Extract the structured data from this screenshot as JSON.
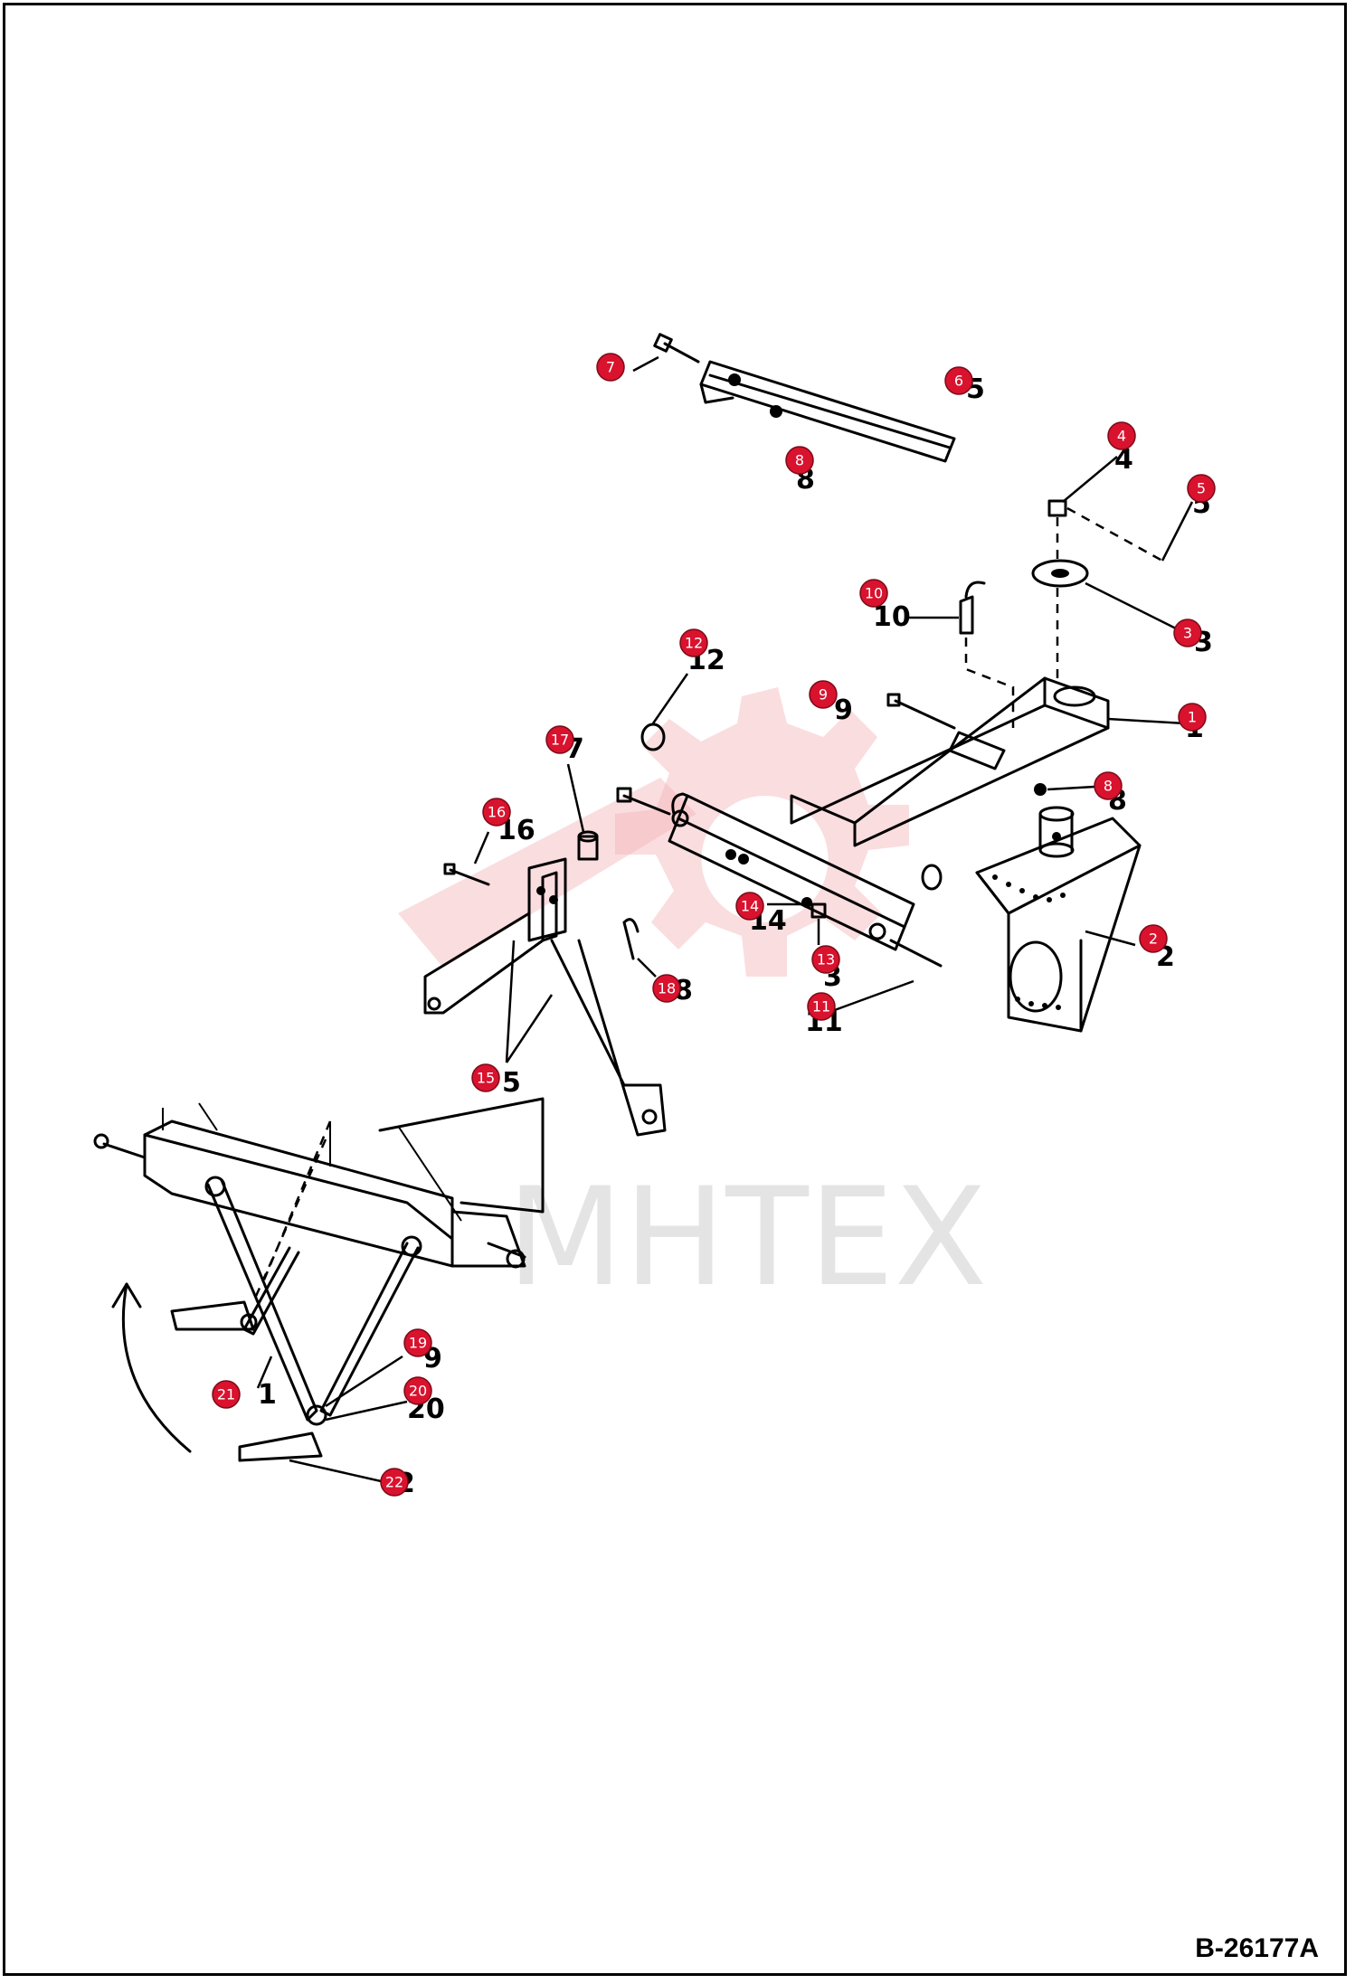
{
  "drawing_number": "B-26177A",
  "watermark": "MHTEX",
  "callouts": [
    {
      "id": "callout-1",
      "label": "1"
    },
    {
      "id": "callout-2",
      "label": "2"
    },
    {
      "id": "callout-3",
      "label": "3"
    },
    {
      "id": "callout-4",
      "label": "4"
    },
    {
      "id": "callout-5",
      "label": "5"
    },
    {
      "id": "callout-6",
      "label": "6"
    },
    {
      "id": "callout-7",
      "label": "7"
    },
    {
      "id": "callout-8a",
      "label": "8"
    },
    {
      "id": "callout-8b",
      "label": "8"
    },
    {
      "id": "callout-9",
      "label": "9"
    },
    {
      "id": "callout-10",
      "label": "10"
    },
    {
      "id": "callout-11",
      "label": "11"
    },
    {
      "id": "callout-12",
      "label": "12"
    },
    {
      "id": "callout-13",
      "label": "13"
    },
    {
      "id": "callout-14",
      "label": "14"
    },
    {
      "id": "callout-15",
      "label": "15"
    },
    {
      "id": "callout-16",
      "label": "16"
    },
    {
      "id": "callout-17",
      "label": "17"
    },
    {
      "id": "callout-18",
      "label": "18"
    },
    {
      "id": "callout-19",
      "label": "19"
    },
    {
      "id": "callout-20",
      "label": "20"
    },
    {
      "id": "callout-21",
      "label": "21"
    },
    {
      "id": "callout-22",
      "label": "22"
    }
  ]
}
